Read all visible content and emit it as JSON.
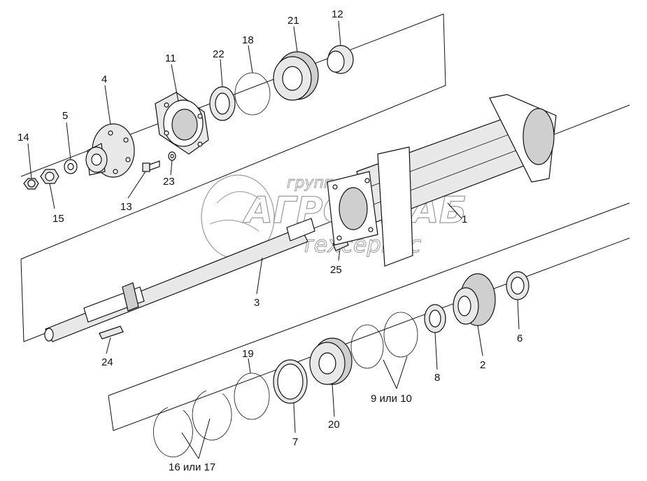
{
  "watermark": {
    "line1": "группа компаний",
    "line2": "АГРОСНАБ",
    "line3": "техсервис"
  },
  "callouts": {
    "c1": "1",
    "c2": "2",
    "c3": "3",
    "c4": "4",
    "c5": "5",
    "c6": "6",
    "c7": "7",
    "c8": "8",
    "c9_10": "9 или 10",
    "c11": "11",
    "c12": "12",
    "c13": "13",
    "c14": "14",
    "c15": "15",
    "c16_17": "16 или 17",
    "c18": "18",
    "c19": "19",
    "c20": "20",
    "c21": "21",
    "c22": "22",
    "c23": "23",
    "c24": "24",
    "c25": "25"
  }
}
